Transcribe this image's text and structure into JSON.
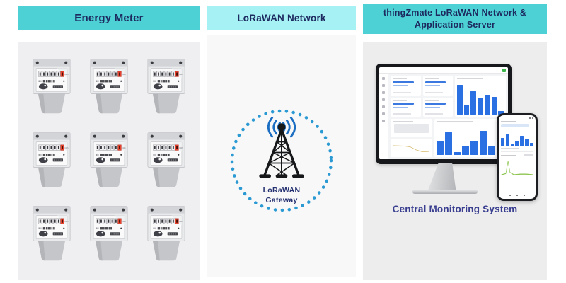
{
  "columns": {
    "energy_meter": {
      "header": "Energy Meter",
      "meter_count": 9,
      "meter_unit": "kWh"
    },
    "lorawan": {
      "header": "LoRaWAN Network",
      "gateway_label": [
        "LoRaWAN",
        "Gateway"
      ]
    },
    "server": {
      "header": [
        "thingZmate LoRaWAN Network &",
        "Application Server"
      ],
      "caption": "Central Monitoring System"
    }
  },
  "colors": {
    "header_teal": "#4dd1d4",
    "header_cyan": "#a6f1f4",
    "navy_text": "#1d2a60",
    "caption_indigo": "#3a3f90",
    "panel_gray": "#efeef0",
    "bar_blue": "#2a70e2",
    "dotted_circle_blue": "#2b9ad2",
    "wave_blue": "#1b6ec2",
    "line_green": "#8fc653",
    "meter_digit_red": "#e8432e",
    "status_green": "#3cb54b"
  },
  "chart_data": [
    {
      "id": "monitor-top-bars",
      "type": "bar",
      "title": "monitor top-right bar chart",
      "values": [
        88,
        30,
        68,
        50,
        58,
        53,
        10
      ],
      "color": "#2a70e2",
      "unit": "relative height %"
    },
    {
      "id": "monitor-bottom-bars",
      "type": "bar",
      "title": "monitor bottom wide bar chart",
      "values": [
        46,
        72,
        10,
        30,
        46,
        78,
        27,
        20
      ],
      "color": "#2a70e2",
      "unit": "relative height %"
    },
    {
      "id": "monitor-line",
      "type": "line",
      "title": "monitor small declining line chart",
      "color": "#d4b86a",
      "points": [
        [
          2,
          12
        ],
        [
          30,
          13
        ],
        [
          48,
          16
        ],
        [
          62,
          24
        ],
        [
          80,
          30
        ],
        [
          98,
          29
        ]
      ]
    },
    {
      "id": "phone-bars",
      "type": "bar",
      "title": "phone bar chart",
      "values": [
        50,
        72,
        14,
        32,
        62,
        44,
        22
      ],
      "color": "#2a70e2",
      "unit": "relative height %"
    },
    {
      "id": "phone-line",
      "type": "line",
      "title": "phone green spike line chart",
      "color": "#8fc653",
      "points": [
        [
          2,
          30
        ],
        [
          15,
          28
        ],
        [
          22,
          6
        ],
        [
          28,
          26
        ],
        [
          40,
          30
        ],
        [
          60,
          29
        ],
        [
          78,
          29
        ],
        [
          98,
          30
        ]
      ]
    }
  ]
}
